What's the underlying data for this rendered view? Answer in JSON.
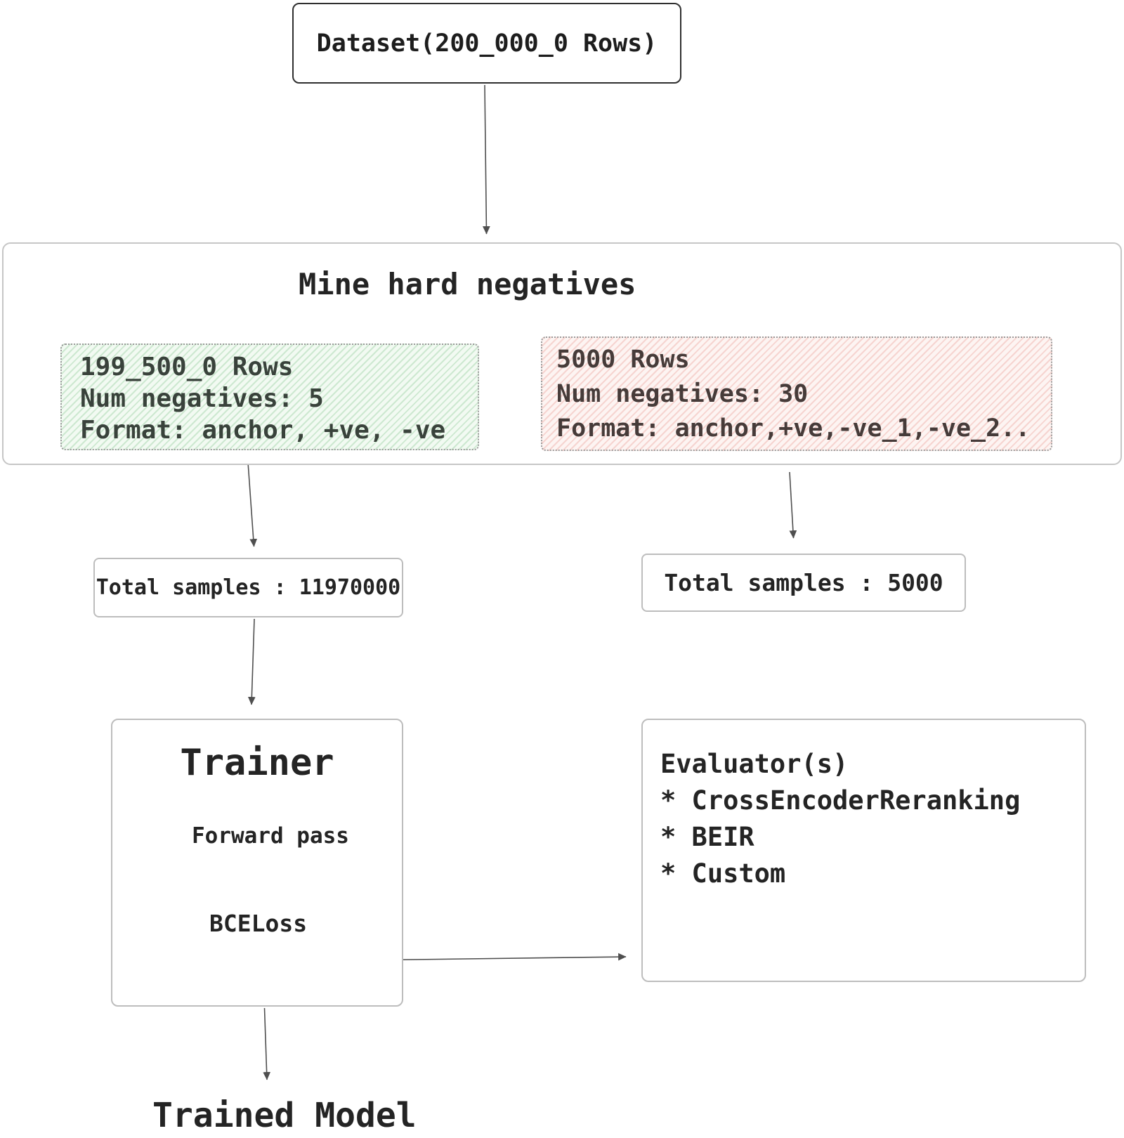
{
  "diagram": {
    "dataset": {
      "label": "Dataset(200_000_0 Rows)"
    },
    "mine_section": {
      "title": "Mine hard negatives",
      "train_split": {
        "rows": "199_500_0 Rows",
        "num_negatives": "Num negatives: 5",
        "format": "Format: anchor, +ve, -ve",
        "bg_color": "#f2faf2",
        "hatch_color": "#bfe3c4"
      },
      "eval_split": {
        "rows": "5000 Rows",
        "num_negatives": "Num negatives: 30",
        "format": "Format: anchor,+ve,-ve_1,-ve_2..",
        "bg_color": "#fdf4f2",
        "hatch_color": "#f3cdc7"
      }
    },
    "totals": {
      "train": "Total samples : 11970000",
      "eval": "Total samples : 5000"
    },
    "trainer": {
      "title": "Trainer",
      "step_forward": "Forward pass",
      "step_loss": "BCELoss"
    },
    "evaluator": {
      "title": "Evaluator(s)",
      "items": [
        "* CrossEncoderReranking",
        "* BEIR",
        "* Custom"
      ]
    },
    "output": {
      "label": "Trained Model"
    },
    "colors": {
      "box_border_dark": "#2f2f2f",
      "box_border_light": "#c2c2c2",
      "arrow": "#4f4f4f",
      "text": "#242424"
    }
  }
}
